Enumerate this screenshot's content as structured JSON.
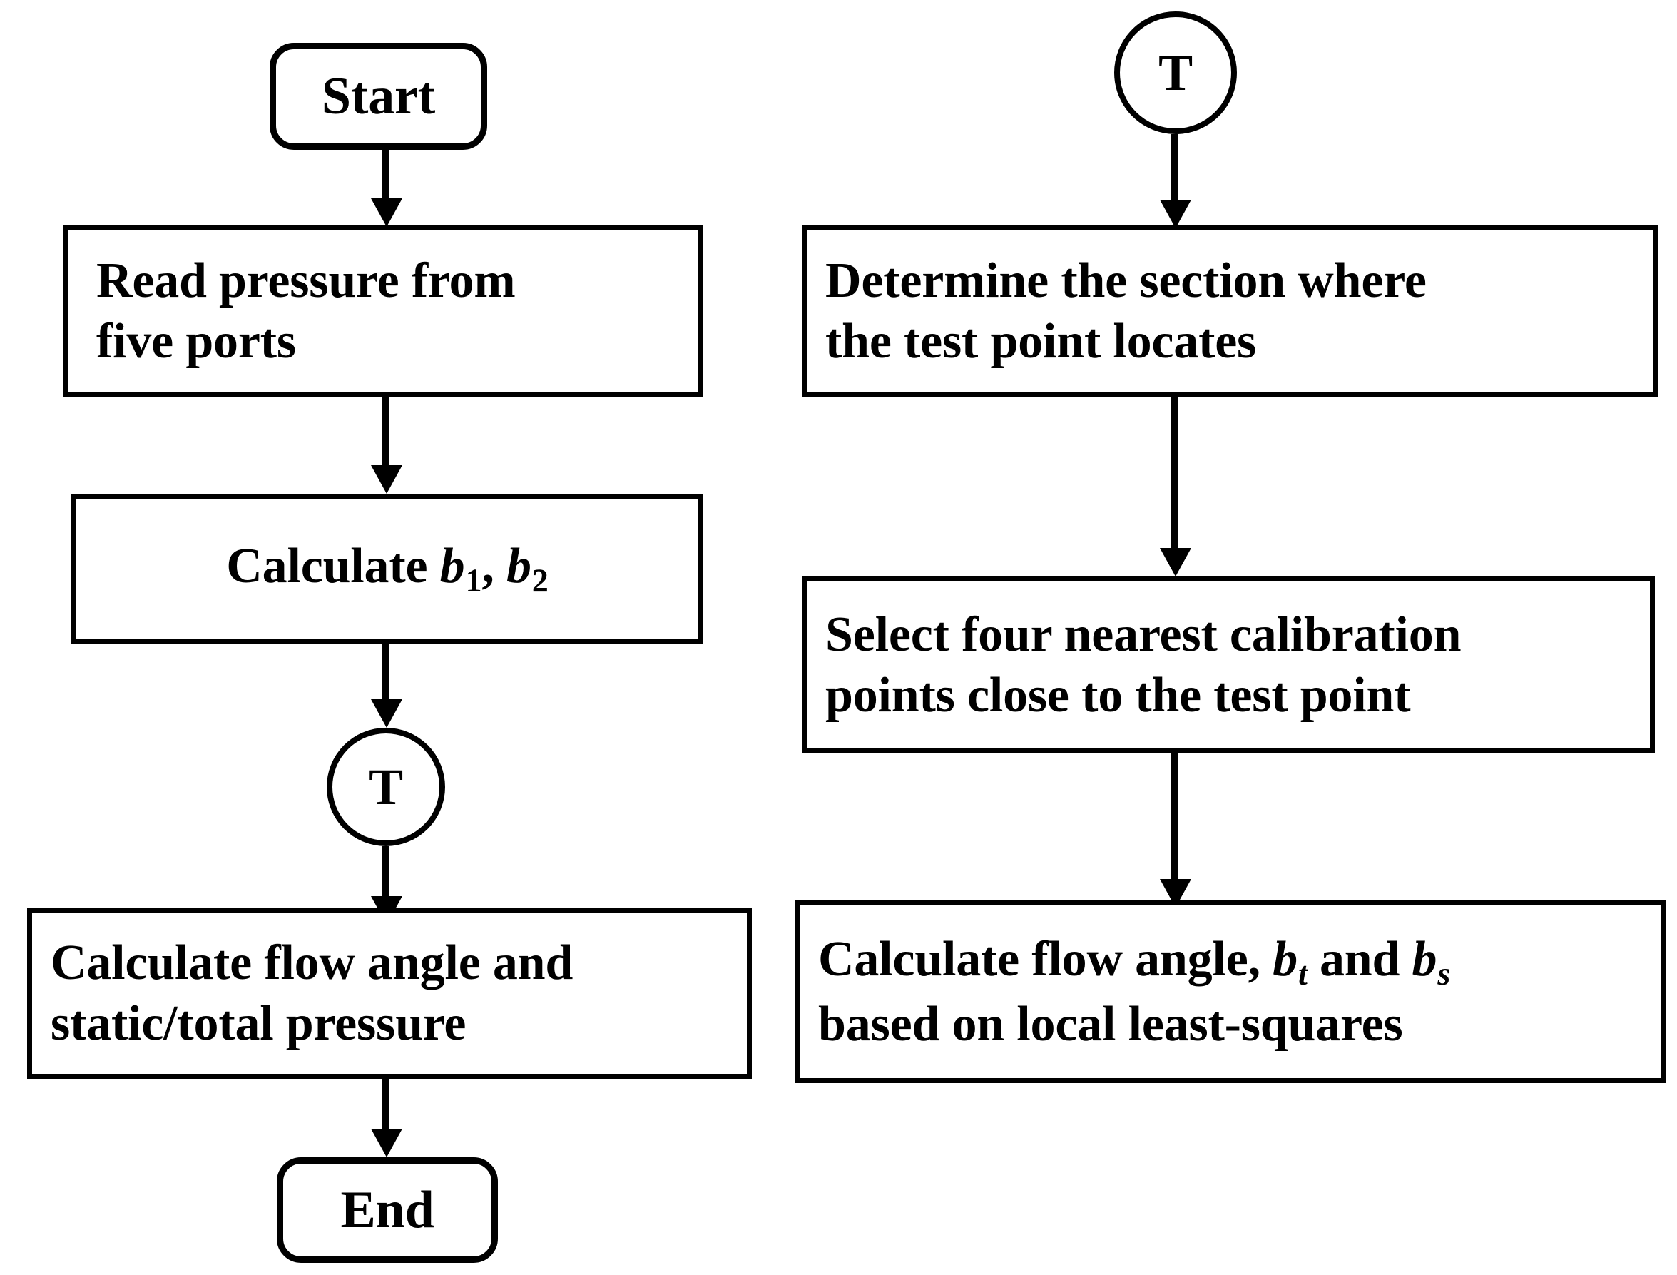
{
  "diagram": {
    "title": "Five-hole probe data reduction flowchart",
    "background_color": "#ffffff",
    "stroke_color": "#000000",
    "columns": [
      {
        "name": "left-column",
        "nodes": [
          {
            "id": "start",
            "type": "terminator",
            "label": "Start"
          },
          {
            "id": "read-pressure",
            "type": "process",
            "label": "Read pressure from\nfive ports"
          },
          {
            "id": "calc-b",
            "type": "process",
            "label": "Calculate b1, b2"
          },
          {
            "id": "connector-t-out",
            "type": "connector",
            "label": "T"
          },
          {
            "id": "calc-flow",
            "type": "process",
            "label": "Calculate flow angle and\nstatic/total pressure"
          },
          {
            "id": "end",
            "type": "terminator",
            "label": "End"
          }
        ]
      },
      {
        "name": "right-column",
        "nodes": [
          {
            "id": "connector-t-in",
            "type": "connector",
            "label": "T"
          },
          {
            "id": "determine-section",
            "type": "process",
            "label": "Determine the section where\nthe test point locates"
          },
          {
            "id": "select-points",
            "type": "process",
            "label": "Select four nearest calibration\npoints close to the test point"
          },
          {
            "id": "calc-least-squares",
            "type": "process",
            "label": "Calculate flow angle, bt and bs\nbased on local least-squares"
          }
        ]
      }
    ],
    "nodes": {
      "start": {
        "label": "Start"
      },
      "read_pressure": {
        "line1": "Read pressure from",
        "line2": "five ports"
      },
      "calculate_b": {
        "prefix": "Calculate ",
        "var1": "b",
        "sub1": "1",
        "sep": ", ",
        "var2": "b",
        "sub2": "2"
      },
      "connector_out": {
        "label": "T"
      },
      "calculate_flow": {
        "line1": "Calculate flow angle and",
        "line2": "static/total pressure"
      },
      "end": {
        "label": "End"
      },
      "connector_in": {
        "label": "T"
      },
      "determine_section": {
        "line1": "Determine the section where",
        "line2": "the test point locates"
      },
      "select_points": {
        "line1": "Select four nearest calibration",
        "line2": "points close to the test point"
      },
      "calculate_ls": {
        "prefix": "Calculate flow angle, ",
        "var_t": "b",
        "sub_t": "t",
        "mid": " and ",
        "var_s": "b",
        "sub_s": "s",
        "line2": "based on local least-squares"
      }
    },
    "edges": [
      {
        "from": "start",
        "to": "read-pressure",
        "style": "straight-down-arrow"
      },
      {
        "from": "read-pressure",
        "to": "calc-b",
        "style": "straight-down-arrow"
      },
      {
        "from": "calc-b",
        "to": "connector-t-out",
        "style": "straight-down-arrow"
      },
      {
        "from": "connector-t-out",
        "to": "calc-flow",
        "style": "straight-down-arrow"
      },
      {
        "from": "calc-flow",
        "to": "end",
        "style": "straight-down-arrow"
      },
      {
        "from": "connector-t-in",
        "to": "determine-section",
        "style": "straight-down-arrow"
      },
      {
        "from": "determine-section",
        "to": "select-points",
        "style": "straight-down-arrow"
      },
      {
        "from": "select-points",
        "to": "calc-least-squares",
        "style": "straight-down-arrow"
      }
    ]
  }
}
